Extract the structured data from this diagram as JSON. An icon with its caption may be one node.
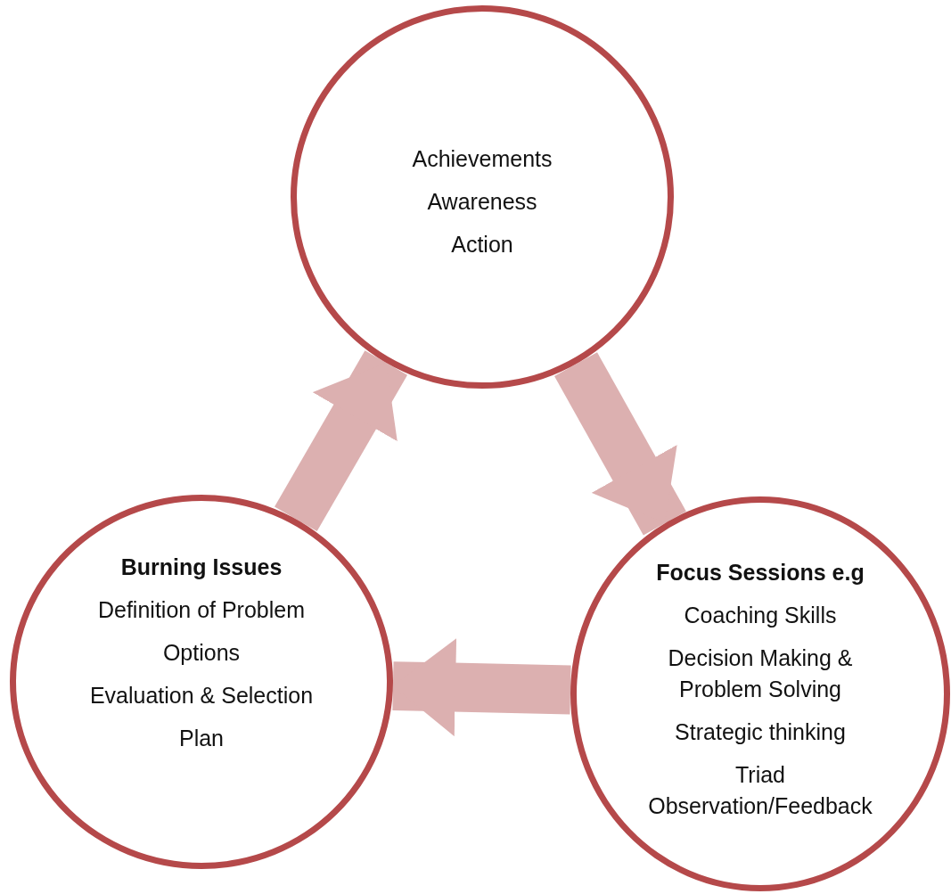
{
  "diagram": {
    "nodes": [
      {
        "text": [
          "Achievements",
          "Awareness",
          "Action"
        ]
      },
      {
        "text": [
          "**Burning Issues**",
          "Definition of Problem",
          "Options",
          "Evaluation & Selection",
          "Plan"
        ]
      },
      {
        "text": [
          "**Focus Sessions e.g**",
          "Coaching Skills",
          "Decision Making & Problem Solving",
          "Strategic thinking",
          "Triad Observation/Feedback"
        ]
      }
    ],
    "edges": [
      {
        "from": 1,
        "to": 0,
        "arrow": "to"
      },
      {
        "from": 0,
        "to": 2,
        "arrow": "to"
      },
      {
        "from": 2,
        "to": 1,
        "arrow": "to"
      }
    ]
  }
}
